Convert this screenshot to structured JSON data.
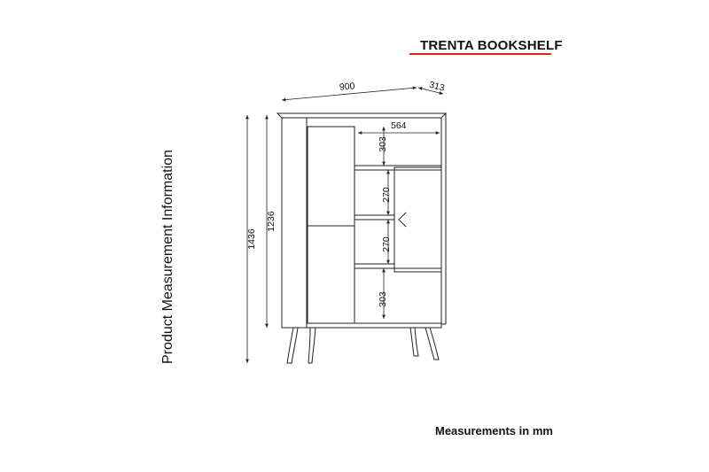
{
  "title": "TRENTA BOOKSHELF",
  "side_label": "Product Measurement Information",
  "footer": "Measurements in mm",
  "dimensions": {
    "width": "900",
    "depth": "313",
    "total_height": "1436",
    "body_height": "1236",
    "inner_width": "564",
    "top_shelf": "303",
    "mid_shelf_upper": "270",
    "mid_shelf_lower": "270",
    "bottom_shelf": "303"
  },
  "colors": {
    "accent_rule": "#d7291c",
    "line": "#222222"
  }
}
